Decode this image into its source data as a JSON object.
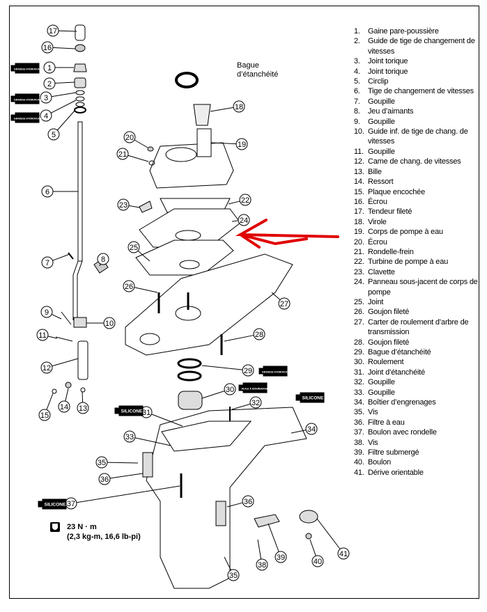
{
  "seal_label": [
    "Bague",
    "d’étanchéité"
  ],
  "torque": {
    "icon": "torque-wrench-icon",
    "value": "23 N · m",
    "conversion": "(2,3 kg-m, 16,6 lb-pi)"
  },
  "tubes": {
    "grease": "GRAISSE HYDROFUGE",
    "gear_oil": "HUILE À ENGRENAGES",
    "silicone": "SILICONE"
  },
  "annotation_color": "#e00000",
  "parts": [
    {
      "n": "1.",
      "name": "Gaine pare-poussière"
    },
    {
      "n": "2.",
      "name": "Guide de tige de changement de vitesses"
    },
    {
      "n": "3.",
      "name": "Joint torique"
    },
    {
      "n": "4.",
      "name": "Joint torique"
    },
    {
      "n": "5.",
      "name": "Circlip"
    },
    {
      "n": "6.",
      "name": "Tige de changement de vitesses"
    },
    {
      "n": "7.",
      "name": "Goupille"
    },
    {
      "n": "8.",
      "name": "Jeu d’aimants"
    },
    {
      "n": "9.",
      "name": "Goupille"
    },
    {
      "n": "10.",
      "name": "Guide inf. de tige de chang. de vitesses"
    },
    {
      "n": "11.",
      "name": "Goupille"
    },
    {
      "n": "12.",
      "name": "Came de chang. de vitesses"
    },
    {
      "n": "13.",
      "name": "Bille"
    },
    {
      "n": "14.",
      "name": "Ressort"
    },
    {
      "n": "15.",
      "name": "Plaque encochée"
    },
    {
      "n": "16.",
      "name": "Écrou"
    },
    {
      "n": "17.",
      "name": "Tendeur fileté"
    },
    {
      "n": "18.",
      "name": "Virole"
    },
    {
      "n": "19.",
      "name": "Corps de pompe à eau"
    },
    {
      "n": "20.",
      "name": "Écrou"
    },
    {
      "n": "21.",
      "name": "Rondelle-frein"
    },
    {
      "n": "22.",
      "name": "Turbine de pompe à eau"
    },
    {
      "n": "23.",
      "name": "Clavette"
    },
    {
      "n": "24.",
      "name": "Panneau sous-jacent de corps de pompe"
    },
    {
      "n": "25.",
      "name": "Joint"
    },
    {
      "n": "26.",
      "name": "Goujon fileté"
    },
    {
      "n": "27.",
      "name": "Carter de roulement d’arbre de transmission"
    },
    {
      "n": "28.",
      "name": "Goujon fileté"
    },
    {
      "n": "29.",
      "name": "Bague d’étanchéité"
    },
    {
      "n": "30.",
      "name": "Roulement"
    },
    {
      "n": "31.",
      "name": "Joint d’étanchéité"
    },
    {
      "n": "32.",
      "name": "Goupille"
    },
    {
      "n": "33.",
      "name": "Goupille"
    },
    {
      "n": "34.",
      "name": "Boîtier d’engrenages"
    },
    {
      "n": "35.",
      "name": "Vis"
    },
    {
      "n": "36.",
      "name": "Filtre à eau"
    },
    {
      "n": "37.",
      "name": "Boulon avec rondelle"
    },
    {
      "n": "38.",
      "name": "Vis"
    },
    {
      "n": "39.",
      "name": "Filtre submergé"
    },
    {
      "n": "40.",
      "name": "Boulon"
    },
    {
      "n": "41.",
      "name": "Dérive orientable"
    }
  ],
  "callouts": [
    "17",
    "16",
    "1",
    "2",
    "3",
    "4",
    "5",
    "6",
    "7",
    "8",
    "9",
    "10",
    "11",
    "12",
    "13",
    "14",
    "15",
    "18",
    "19",
    "20",
    "21",
    "22",
    "23",
    "24",
    "25",
    "26",
    "27",
    "28",
    "29",
    "30",
    "31",
    "32",
    "33",
    "34",
    "35",
    "36",
    "37",
    "35",
    "36",
    "38",
    "39",
    "40",
    "41"
  ]
}
